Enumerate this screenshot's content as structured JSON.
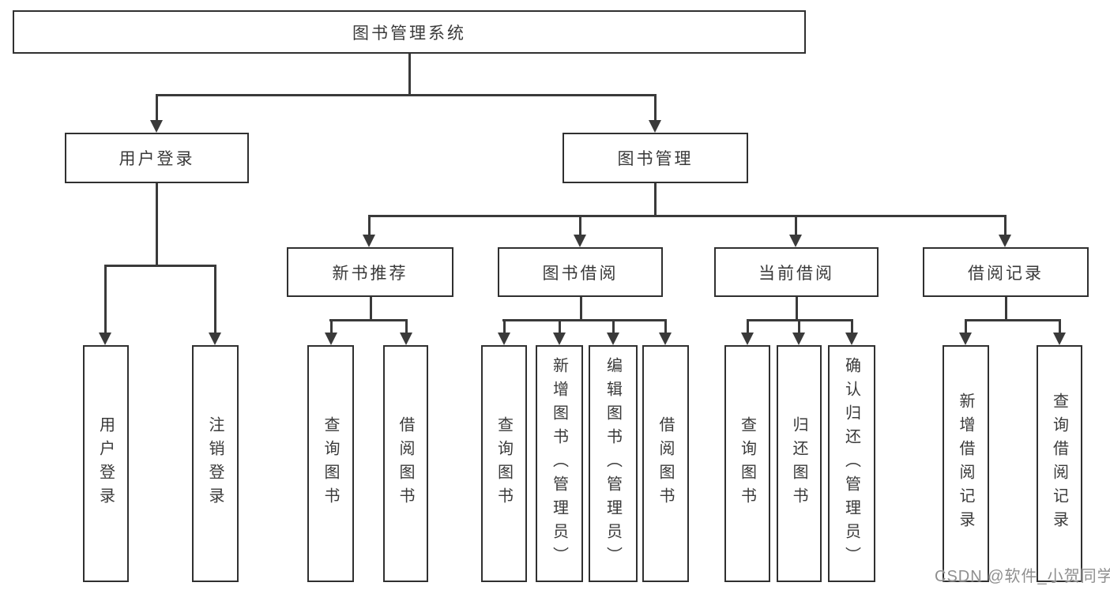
{
  "diagram": {
    "root": {
      "label": "图书管理系统"
    },
    "level1": [
      {
        "label": "用户登录"
      },
      {
        "label": "图书管理"
      }
    ],
    "level2": [
      {
        "label": "新书推荐"
      },
      {
        "label": "图书借阅"
      },
      {
        "label": "当前借阅"
      },
      {
        "label": "借阅记录"
      }
    ],
    "leaves": {
      "user_login": [
        {
          "label": "用户登录"
        },
        {
          "label": "注销登录"
        }
      ],
      "new_book_recommend": [
        {
          "label": "查询图书"
        },
        {
          "label": "借阅图书"
        }
      ],
      "book_borrowing": [
        {
          "label": "查询图书"
        },
        {
          "label": "新增图书（管理员）"
        },
        {
          "label": "编辑图书（管理员）"
        },
        {
          "label": "借阅图书"
        }
      ],
      "current_borrowing": [
        {
          "label": "查询图书"
        },
        {
          "label": "归还图书"
        },
        {
          "label": "确认归还（管理员）"
        }
      ],
      "borrowing_records": [
        {
          "label": "新增借阅记录"
        },
        {
          "label": "查询借阅记录"
        }
      ]
    }
  },
  "watermark": {
    "text": "CSDN @软件_小贺同学"
  },
  "colors": {
    "line": "#3a3a3a",
    "box_border": "#303030",
    "text": "#3a3a3a",
    "watermark": "#8f8f8f",
    "background": "#ffffff"
  }
}
